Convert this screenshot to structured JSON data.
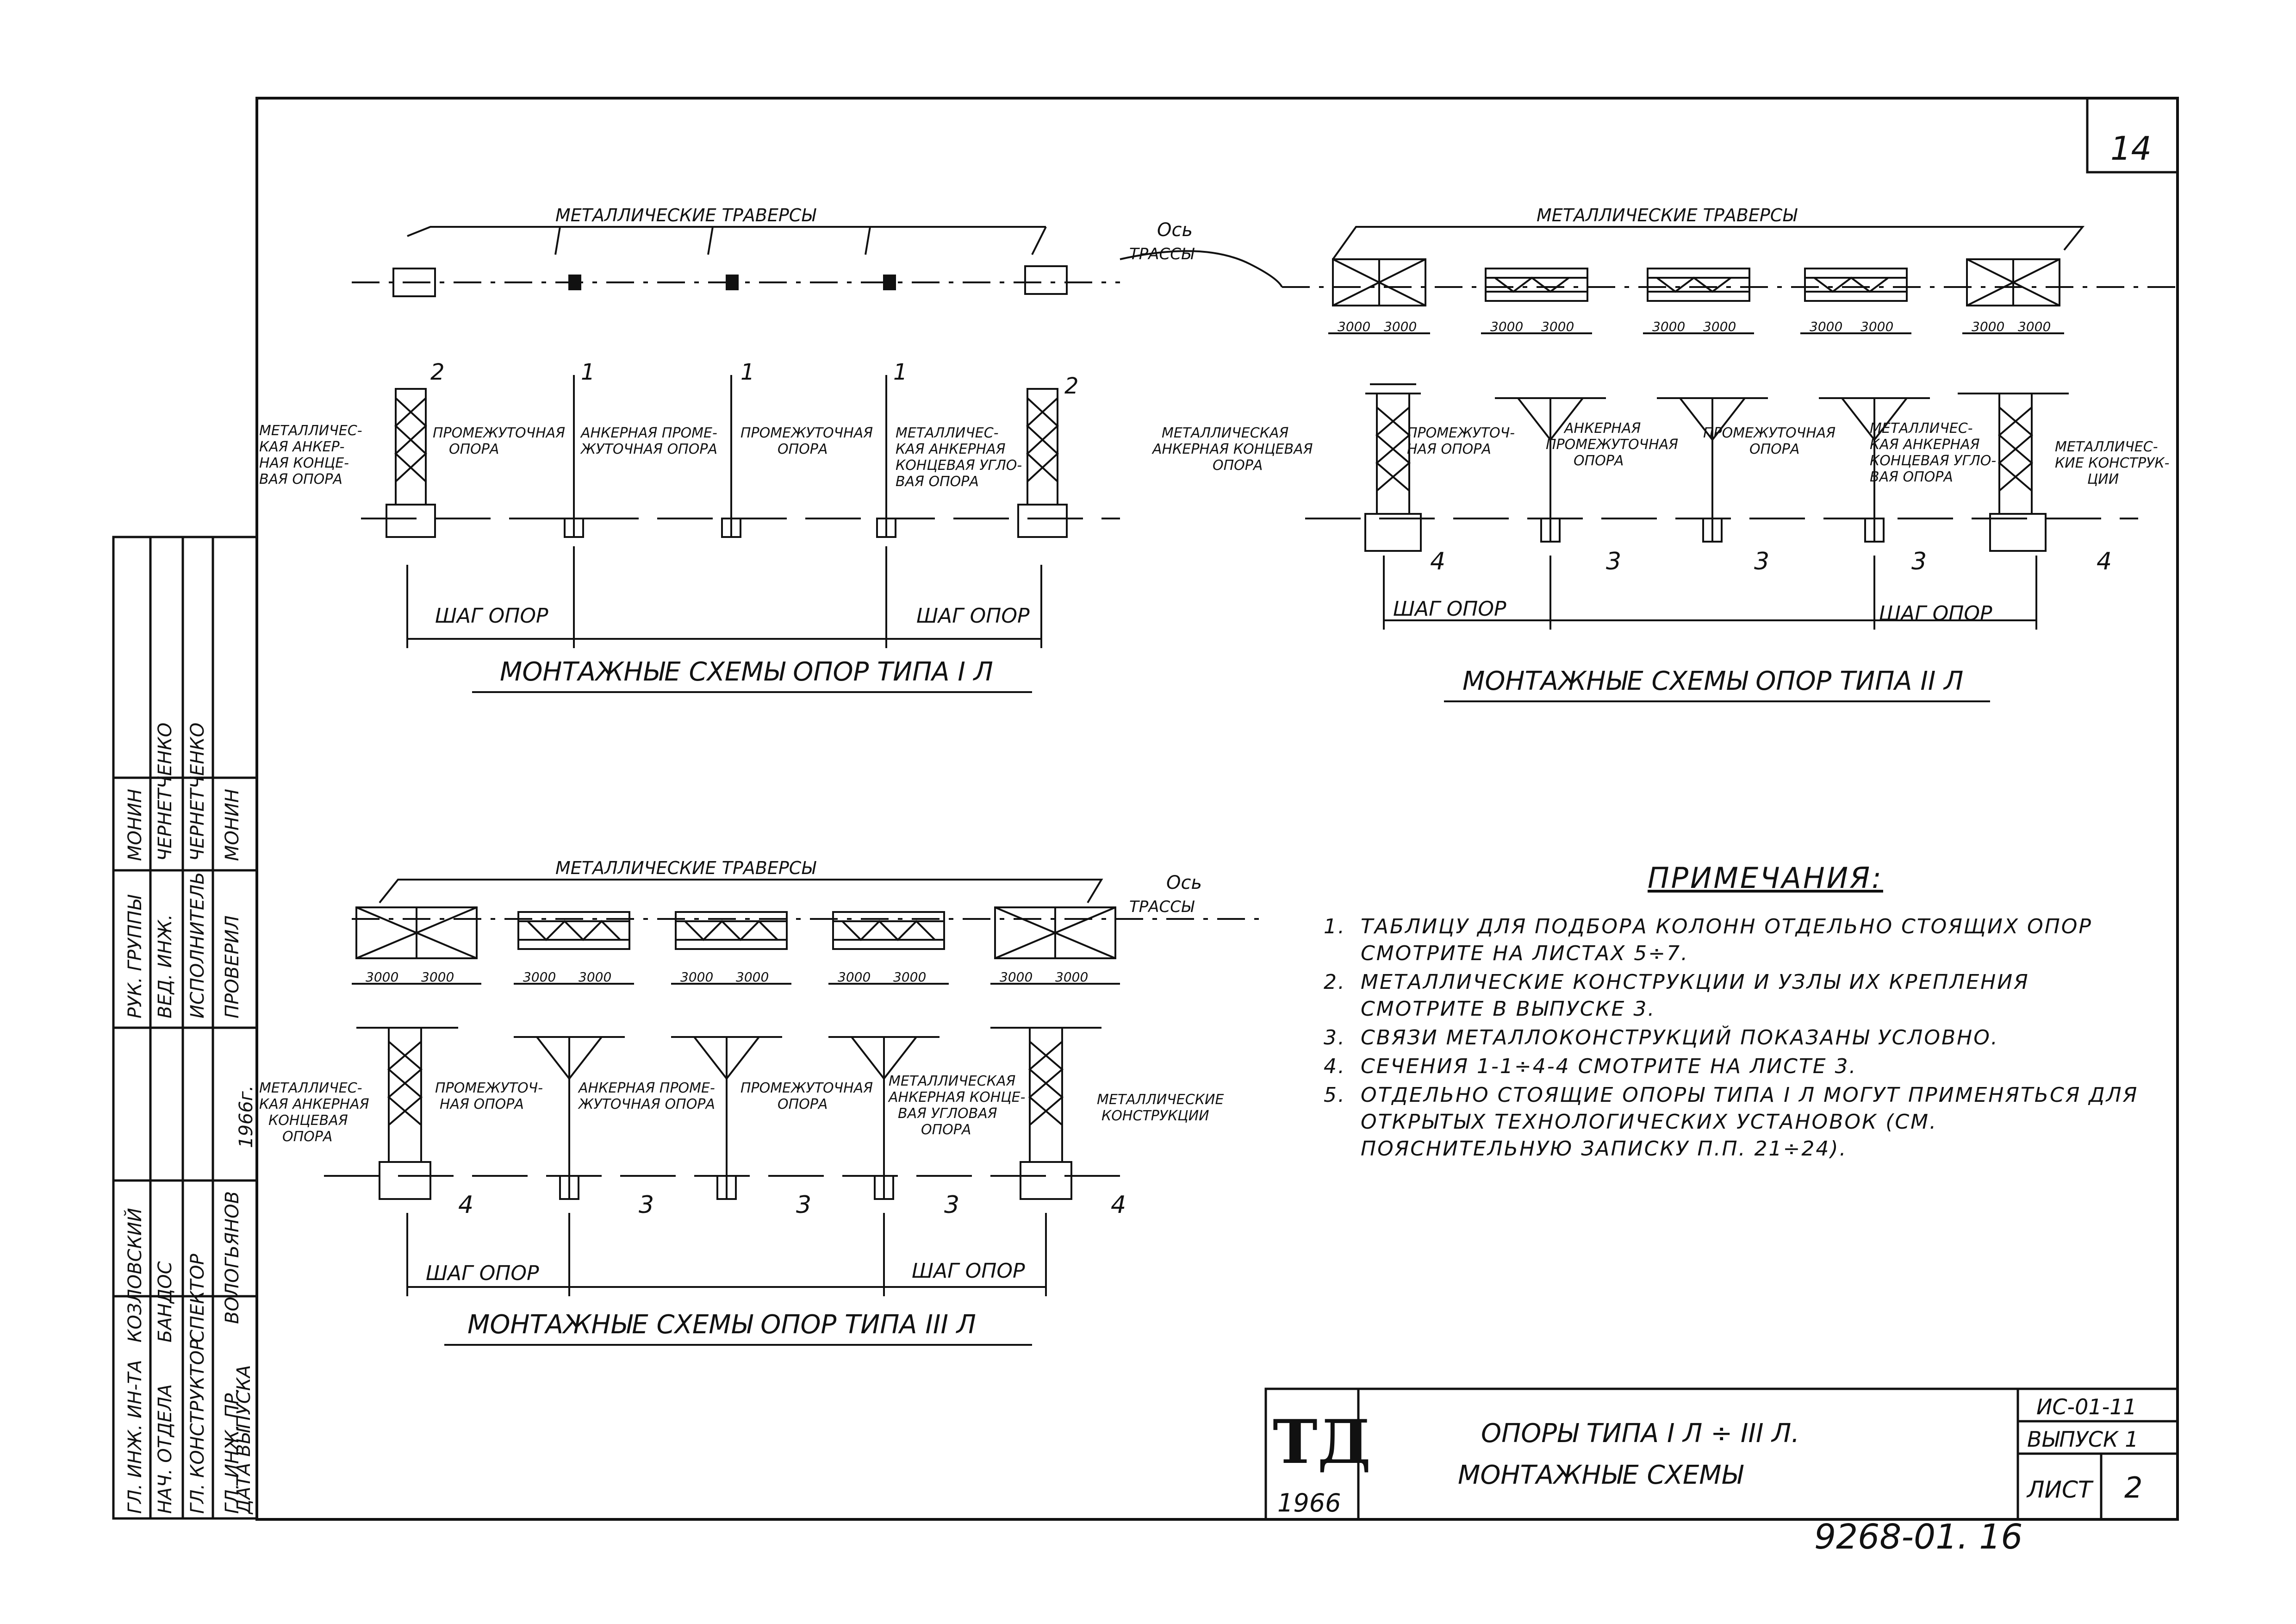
{
  "page_number": "14",
  "diagrams": {
    "type1": {
      "traverse_label": "МЕТАЛЛИЧЕСКИЕ ТРАВЕРСЫ",
      "axis_label_1": "Ось",
      "axis_label_2": "ТРАССЫ",
      "label_a": [
        "МЕТАЛЛИЧЕС-",
        "КАЯ АНКЕР-",
        "НАЯ КОНЦЕ-",
        "ВАЯ ОПОРА"
      ],
      "label_b": [
        "ПРОМЕЖУТОЧНАЯ",
        "ОПОРА"
      ],
      "label_c": [
        "АНКЕРНАЯ ПРОМЕ-",
        "ЖУТОЧНАЯ ОПОРА"
      ],
      "label_d": [
        "ПРОМЕЖУТОЧНАЯ",
        "ОПОРА"
      ],
      "label_e": [
        "МЕТАЛЛИЧЕС-",
        "КАЯ АНКЕРНАЯ",
        "КОНЦЕВАЯ УГЛО-",
        "ВАЯ ОПОРА"
      ],
      "section_marks": [
        "2",
        "1",
        "1",
        "1",
        "2"
      ],
      "step_label_left": "ШАГ ОПОР",
      "step_label_right": "ШАГ ОПОР",
      "caption": "МОНТАЖНЫЕ СХЕМЫ ОПОР ТИПА I Л"
    },
    "type2": {
      "traverse_label": "МЕТАЛЛИЧЕСКИЕ ТРАВЕРСЫ",
      "dim_3000": "3000",
      "label_a": [
        "МЕТАЛЛИЧЕСКАЯ",
        "АНКЕРНАЯ КОНЦЕВАЯ",
        "ОПОРА"
      ],
      "label_b": [
        "ПРОМЕЖУТОЧ-",
        "НАЯ ОПОРА"
      ],
      "label_c": [
        "АНКЕРНАЯ",
        "ПРОМЕЖУТОЧНАЯ",
        "ОПОРА"
      ],
      "label_d": [
        "ПРОМЕЖУТОЧНАЯ",
        "ОПОРА"
      ],
      "label_e": [
        "МЕТАЛЛИЧЕС-",
        "КАЯ АНКЕРНАЯ",
        "КОНЦЕВАЯ УГЛО-",
        "ВАЯ ОПОРА"
      ],
      "label_f": [
        "МЕТАЛЛИЧЕС-",
        "КИЕ КОНСТРУК-",
        "ЦИИ"
      ],
      "section_marks": [
        "4",
        "3",
        "3",
        "3",
        "4"
      ],
      "step_label_left": "ШАГ ОПОР",
      "step_label_right": "ШАГ ОПОР",
      "caption": "МОНТАЖНЫЕ СХЕМЫ ОПОР ТИПА II Л"
    },
    "type3": {
      "traverse_label": "МЕТАЛЛИЧЕСКИЕ ТРАВЕРСЫ",
      "axis_label_1": "Ось",
      "axis_label_2": "ТРАССЫ",
      "dim_3000": "3000",
      "label_a": [
        "МЕТАЛЛИЧЕС-",
        "КАЯ АНКЕРНАЯ",
        "КОНЦЕВАЯ",
        "ОПОРА"
      ],
      "label_b": [
        "ПРОМЕЖУТОЧ-",
        "НАЯ ОПОРА"
      ],
      "label_c": [
        "АНКЕРНАЯ ПРОМЕ-",
        "ЖУТОЧНАЯ ОПОРА"
      ],
      "label_d": [
        "ПРОМЕЖУТОЧНАЯ",
        "ОПОРА"
      ],
      "label_e": [
        "МЕТАЛЛИЧЕСКАЯ",
        "АНКЕРНАЯ КОНЦЕ-",
        "ВАЯ УГЛОВАЯ",
        "ОПОРА"
      ],
      "label_f": [
        "МЕТАЛЛИЧЕСКИЕ",
        "КОНСТРУКЦИИ"
      ],
      "section_marks": [
        "4",
        "3",
        "3",
        "3",
        "4"
      ],
      "step_label_left": "ШАГ ОПОР",
      "step_label_right": "ШАГ ОПОР",
      "caption": "МОНТАЖНЫЕ СХЕМЫ ОПОР ТИПА III Л"
    }
  },
  "notes": {
    "title": "ПРИМЕЧАНИЯ:",
    "items": [
      {
        "num": "1.",
        "text": "ТАБЛИЦУ ДЛЯ ПОДБОРА КОЛОНН ОТДЕЛЬНО СТОЯЩИХ ОПОР СМОТРИТЕ НА ЛИСТАХ 5÷7."
      },
      {
        "num": "2.",
        "text": "МЕТАЛЛИЧЕСКИЕ КОНСТРУКЦИИ И УЗЛЫ ИХ КРЕПЛЕНИЯ СМОТРИТЕ В ВЫПУСКЕ 3."
      },
      {
        "num": "3.",
        "text": "СВЯЗИ МЕТАЛЛОКОНСТРУКЦИЙ ПОКАЗАНЫ УСЛОВНО."
      },
      {
        "num": "4.",
        "text": "СЕЧЕНИЯ 1-1÷4-4 СМОТРИТЕ НА ЛИСТЕ 3."
      },
      {
        "num": "5.",
        "text": "ОТДЕЛЬНО СТОЯЩИЕ ОПОРЫ ТИПА I Л МОГУТ ПРИМЕНЯТЬСЯ ДЛЯ ОТКРЫТЫХ ТЕХНОЛОГИЧЕСКИХ УСТАНОВОК (СМ. ПОЯСНИТЕЛЬНУЮ ЗАПИСКУ П.П. 21÷24)."
      }
    ]
  },
  "title_block": {
    "logo": "ТД",
    "year": "1966",
    "title_line1": "ОПОРЫ ТИПА I Л ÷ III Л.",
    "title_line2": "МОНТАЖНЫЕ СХЕМЫ",
    "code": "ИС-01-11",
    "issue": "ВЫПУСК 1",
    "sheet_label": "ЛИСТ",
    "sheet_number": "2"
  },
  "archive_number": "9268-01. 16",
  "signature_block": {
    "rows": [
      {
        "role": "РУК. ГРУППЫ",
        "name": "МОНИН"
      },
      {
        "role": "ВЕД. ИНЖ.",
        "name": "ЧЕРНЕТЧЕНКО"
      },
      {
        "role": "ИСПОЛНИТЕЛЬ",
        "name": "ЧЕРНЕТЧЕНКО"
      },
      {
        "role": "ПРОВЕРИЛ",
        "name": "МОНИН"
      }
    ],
    "rows2": [
      {
        "role": "ГЛ. ИНЖ. ИН-ТА",
        "name": "КОЗЛОВСКИЙ"
      },
      {
        "role": "НАЧ. ОТДЕЛА",
        "name": "БАНДОС"
      },
      {
        "role": "ГЛ. КОНСТРУКТОР",
        "name": "СПЕКТОР"
      },
      {
        "role": "ГЛ. ИНЖ. ПР.",
        "name": "ВОЛОГЬЯНОВ"
      }
    ],
    "date_label": "ДАТА ВЫПУСКА",
    "date_value": "1966г."
  }
}
